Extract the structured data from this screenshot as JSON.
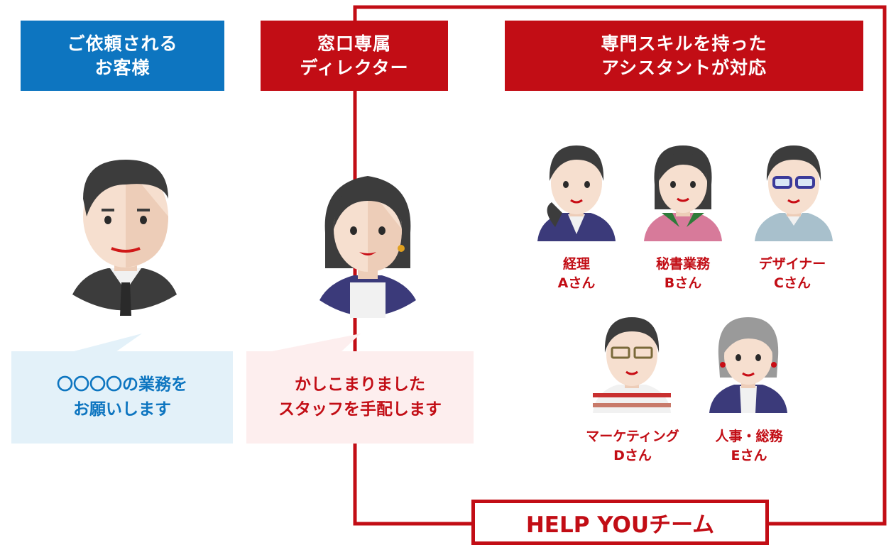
{
  "columns": {
    "client": {
      "title": "ご依頼される\nお客様",
      "speech": "〇〇〇〇の業務を\nお願いします"
    },
    "director": {
      "title": "窓口専属\nディレクター",
      "speech": "かしこまりました\nスタッフを手配します"
    },
    "assistants": {
      "title": "専門スキルを持った\nアシスタントが対応"
    }
  },
  "assistants": [
    {
      "name": "経理\nAさん"
    },
    {
      "name": "秘書業務\nBさん"
    },
    {
      "name": "デザイナー\nCさん"
    },
    {
      "name": "マーケティング\nDさん"
    },
    {
      "name": "人事・総務\nEさん"
    }
  ],
  "team_label": "HELP YOUチーム",
  "colors": {
    "blue": "#0d75c0",
    "red": "#c20d15",
    "light_blue_bubble": "#e3f1f9",
    "light_red_bubble": "#fdeeee",
    "skin": "#f6dfcf",
    "hair": "#3c3c3c"
  }
}
